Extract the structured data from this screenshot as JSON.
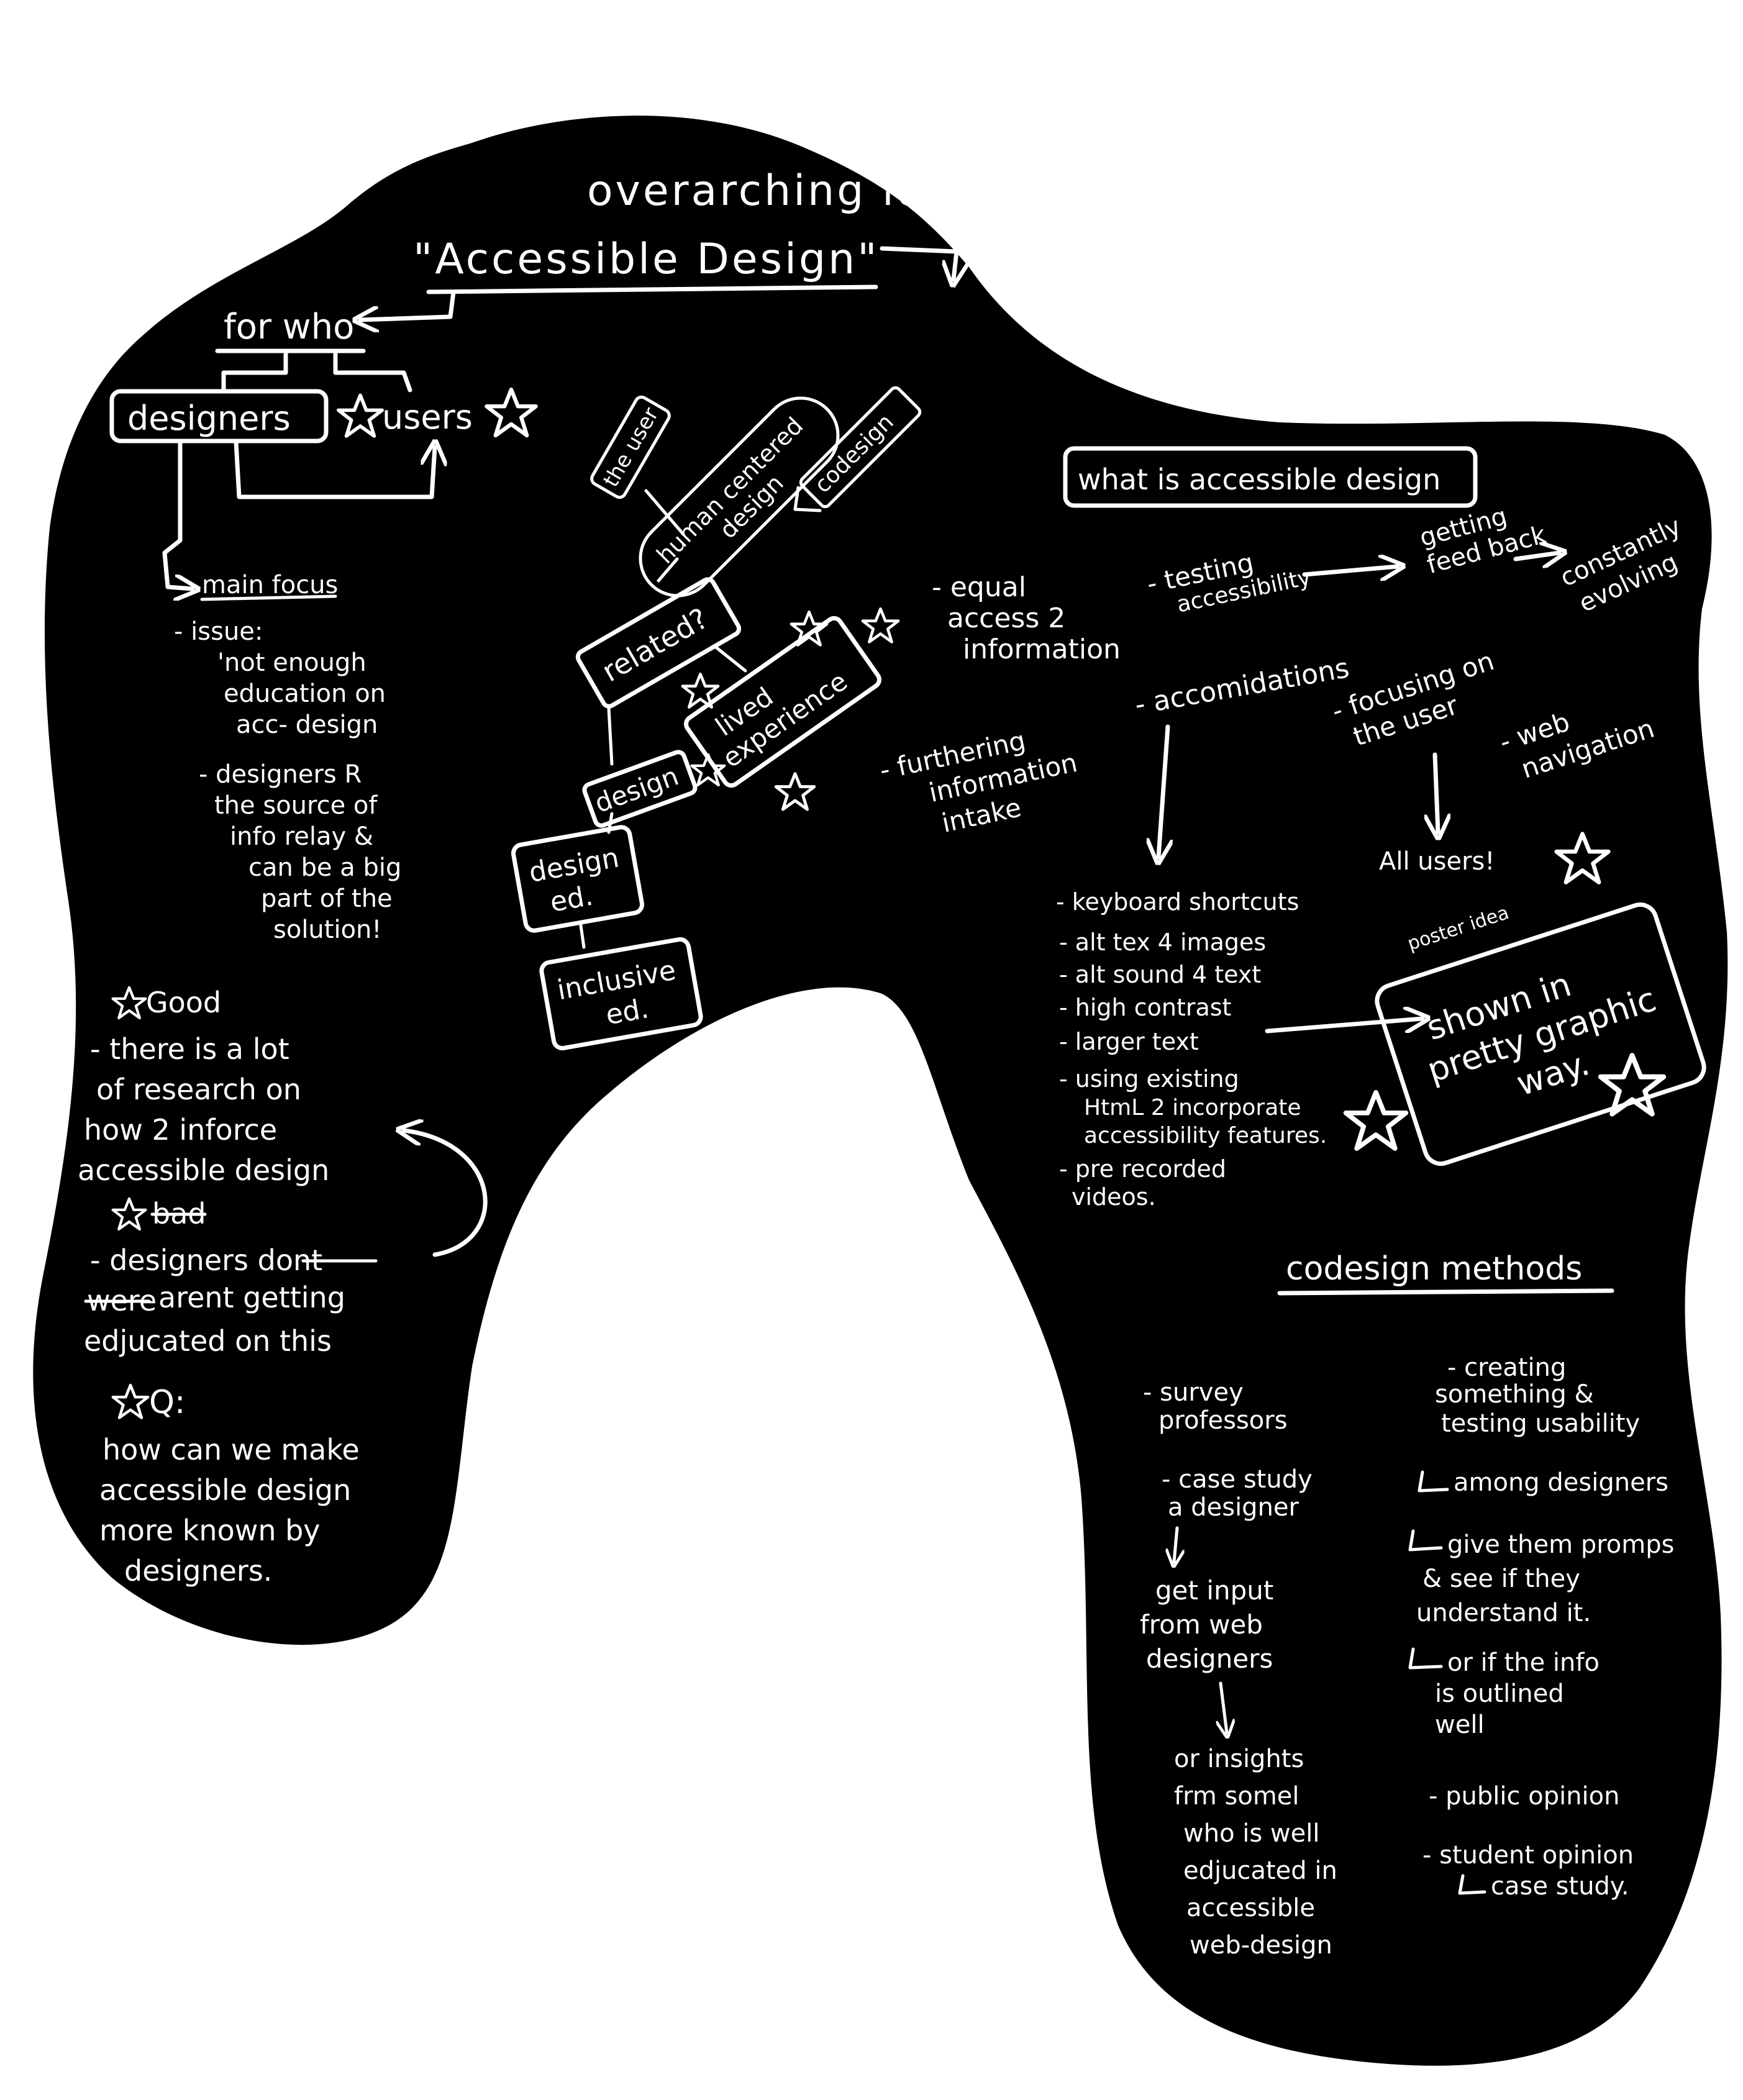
{
  "colors": {
    "background": "#ffffff",
    "blob": "#000000",
    "ink": "#ffffff"
  },
  "header": {
    "overarching": "overarching idea:",
    "title": "\"Accessible Design\""
  },
  "for_who": {
    "label": "for who",
    "designers": "designers",
    "users": "users"
  },
  "main_focus": {
    "heading": "main focus",
    "issue_lines": [
      "- issue:",
      "'not enough",
      "education on",
      "acc- design"
    ],
    "source_lines": [
      "- designers R",
      "the source of",
      "info relay &",
      "can be a big",
      "part of the",
      "solution!"
    ]
  },
  "good_bad": {
    "good_heading": "Good",
    "good_lines": [
      "- there is a lot",
      "of research on",
      "how 2 inforce",
      "accessible design"
    ],
    "bad_heading": "bad",
    "bad_lines": [
      "- designers dont",
      "arent getting",
      "edjucated on this"
    ],
    "bad_struck": [
      "dont",
      "were"
    ],
    "q_heading": "Q:",
    "q_lines": [
      "how can we make",
      "accessible design",
      "more known by",
      "designers."
    ]
  },
  "chain": {
    "the_user": "the user",
    "human_centered": [
      "human centered",
      "design"
    ],
    "codesign": "codesign",
    "related": "related?",
    "lived_experience": [
      "lived",
      "experience"
    ],
    "design": "design",
    "design_ed": [
      "design",
      "ed."
    ],
    "inclusive_ed": [
      "inclusive",
      "ed."
    ]
  },
  "what_is": {
    "title": "what is accessible design",
    "equal_access": [
      "- equal",
      "access 2",
      "information"
    ],
    "testing": [
      "- testing",
      "accessibility"
    ],
    "getting_feedback": [
      "getting",
      "feed back"
    ],
    "constantly_evolving": [
      "constantly",
      "evolving"
    ],
    "accomidations": "- accomidations",
    "furthering": [
      "- furthering",
      "information",
      "intake"
    ],
    "focusing_on_user": [
      "- focusing on",
      "the user"
    ],
    "all_users": "All users!",
    "web_navigation": [
      "- web",
      "navigation"
    ],
    "accom_list": [
      "- keyboard shortcuts",
      "- alt tex 4 images",
      "- alt sound 4 text",
      "- high contrast",
      "- larger text",
      "- using existing",
      "HtmL 2 incorporate",
      "accessibility features.",
      "- pre recorded",
      "videos."
    ],
    "poster_label": "poster idea",
    "poster_lines": [
      "shown in",
      "pretty graphic",
      "way."
    ]
  },
  "codesign_methods": {
    "title": "codesign methods",
    "left": [
      "- survey",
      "professors",
      "- case study",
      "a designer",
      "get input",
      "from web",
      "designers",
      "or insights",
      "frm somel",
      "who is well",
      "edjucated in",
      "accessible",
      "web-design"
    ],
    "right": [
      "- creating",
      "something &",
      "testing usability",
      "among designers",
      "give them promps",
      "& see if they",
      "understand it.",
      "or if the info",
      "is outlined",
      "well",
      "- public opinion",
      "- student opinion",
      "case study."
    ]
  }
}
